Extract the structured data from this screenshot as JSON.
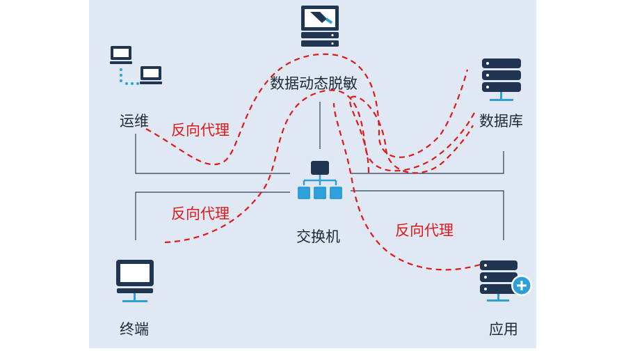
{
  "diagram": {
    "nodes": {
      "ops": {
        "label": "运维",
        "icon": "two-computers-icon"
      },
      "masking": {
        "label": "数据动态脱敏",
        "icon": "masking-server-icon"
      },
      "database": {
        "label": "数据库",
        "icon": "database-server-icon"
      },
      "switch": {
        "label": "交换机",
        "icon": "network-switch-icon"
      },
      "terminal": {
        "label": "终端",
        "icon": "computer-monitor-icon"
      },
      "application": {
        "label": "应用",
        "icon": "application-server-icon"
      }
    },
    "proxy_labels": [
      "反向代理",
      "反向代理",
      "反向代理"
    ],
    "colors": {
      "panel_background": "#dfe8f3",
      "icon_dark": "#1f3550",
      "icon_accent": "#2e9fd8",
      "connection_line": "#2b3d55",
      "proxy_path": "#e01818",
      "node_text": "#1f2a38"
    }
  }
}
